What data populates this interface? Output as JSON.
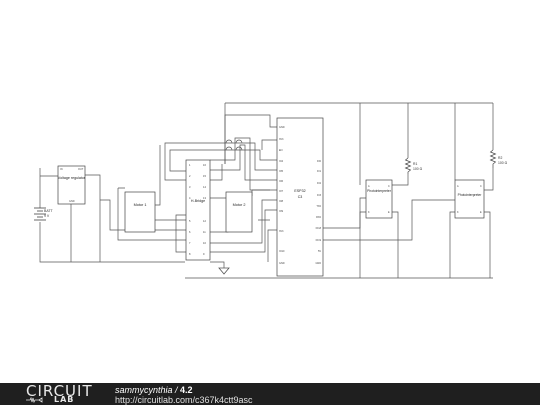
{
  "schematic": {
    "wire_color": "#555555",
    "components": {
      "battery": {
        "label": "BATT",
        "value": "9 V"
      },
      "regulator": {
        "label": "Voltage regulator",
        "pins": [
          "IN",
          "GND",
          "OUT"
        ]
      },
      "motor1": {
        "label": "Motor 1"
      },
      "motor2": {
        "label": "Motor 2"
      },
      "hbridge": {
        "label": "H-Bridge",
        "left_pins": [
          "1",
          "2",
          "3",
          "4",
          "5",
          "6",
          "7",
          "8"
        ],
        "right_pins": [
          "16",
          "15",
          "14",
          "13",
          "12",
          "11",
          "10",
          "9"
        ]
      },
      "esp": {
        "label1": "ESP32",
        "label2": "C3",
        "left_pins": [
          "GND",
          "3V3",
          "EN",
          "IO4",
          "IO5",
          "IO6",
          "IO7",
          "IO8",
          "IO9",
          "3V3",
          "IO10",
          "GND"
        ],
        "right_pins": [
          "IO0",
          "IO1",
          "IO2",
          "IO3",
          "TX0",
          "RX0",
          "IO18",
          "IO19",
          "5V",
          "GND"
        ]
      },
      "r1": {
        "label": "R1",
        "value": "100 Ω"
      },
      "r2": {
        "label": "R2",
        "value": "100 Ω"
      },
      "photo1": {
        "label": "Photointerpreter"
      },
      "photo2": {
        "label": "Photointerpreter"
      }
    }
  },
  "footer": {
    "logo_top": "CIRCUIT",
    "logo_bottom": "LAB",
    "author": "sammycynthia",
    "separator": " / ",
    "version": "4.2",
    "url": "http://circuitlab.com/c367k4ctt9asc"
  }
}
